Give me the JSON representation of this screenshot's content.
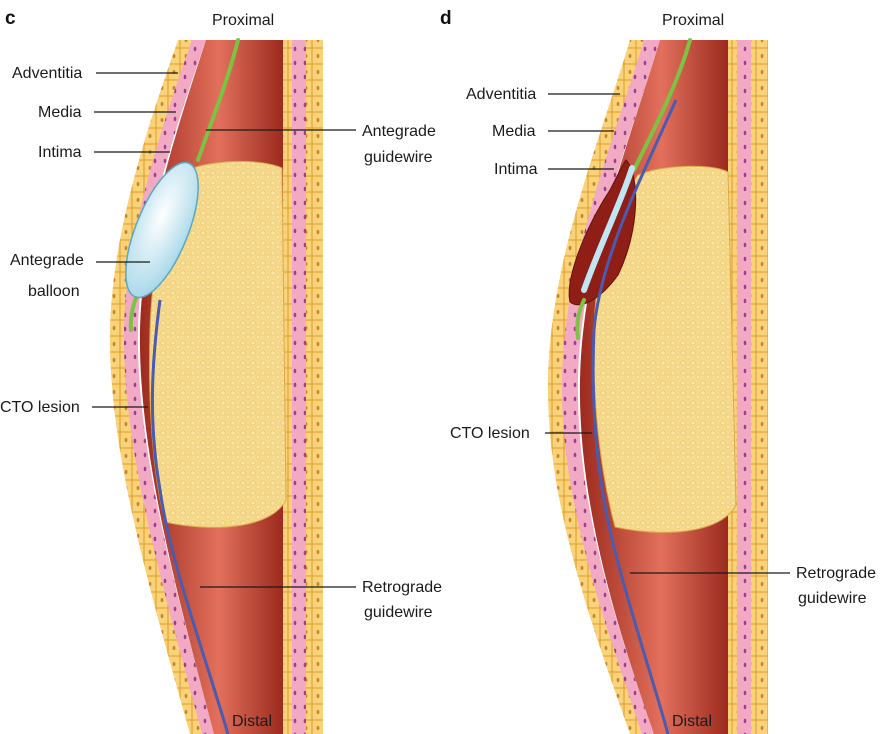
{
  "panels": [
    {
      "letter": "c",
      "proximal": "Proximal",
      "distal": "Distal",
      "labels": {
        "adventitia": "Adventitia",
        "media": "Media",
        "intima": "Intima",
        "antegrade_balloon_1": "Antegrade",
        "antegrade_balloon_2": "balloon",
        "cto_lesion": "CTO lesion",
        "antegrade_guidewire_1": "Antegrade",
        "antegrade_guidewire_2": "guidewire",
        "retrograde_guidewire_1": "Retrograde",
        "retrograde_guidewire_2": "guidewire"
      }
    },
    {
      "letter": "d",
      "proximal": "Proximal",
      "distal": "Distal",
      "labels": {
        "adventitia": "Adventitia",
        "media": "Media",
        "intima": "Intima",
        "cto_lesion": "CTO lesion",
        "retrograde_guidewire_1": "Retrograde",
        "retrograde_guidewire_2": "guidewire"
      }
    }
  ],
  "colors": {
    "adventitia": "#f4b93b",
    "media": "#f1a9c4",
    "lumen": "#b83a2a",
    "lumen_highlight": "#e2705c",
    "cto_lesion": "#f6d98a",
    "antegrade_guidewire": "#7dc242",
    "retrograde_guidewire": "#4a5bb0",
    "balloon": "#bfe6f2"
  }
}
